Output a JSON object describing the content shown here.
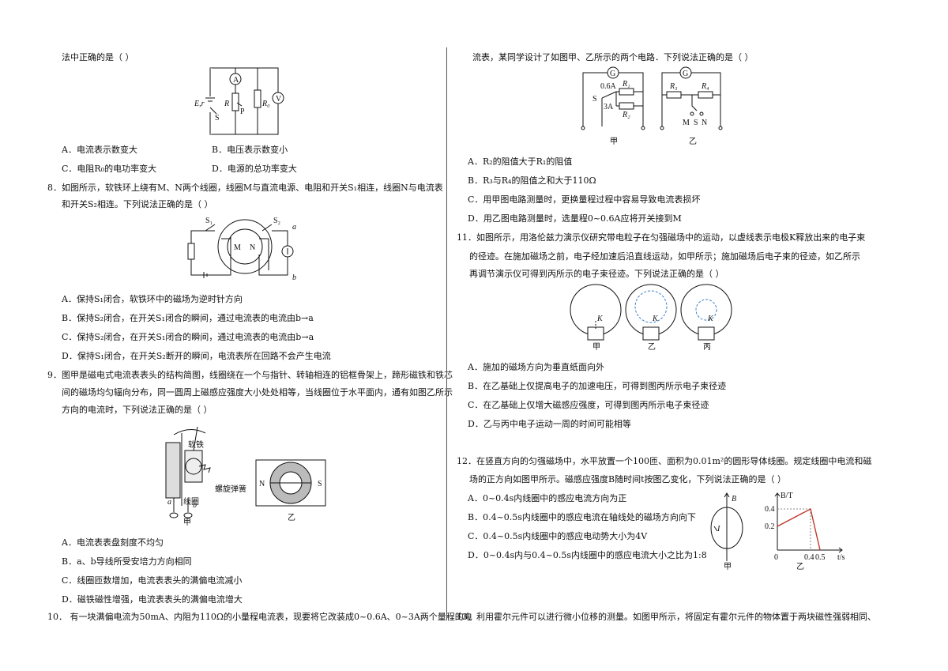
{
  "left": {
    "q7_tail": "法中正确的是（    ）",
    "q7_options": {
      "A": "A．电流表示数变大",
      "B": "B．电压表示数变小",
      "C": "C．电阻R₀的电功率变大",
      "D": "D．电源的总功率变大"
    },
    "q7_fig": {
      "ammeter": "A",
      "voltmeter": "V",
      "source": "E,r",
      "switch": "S",
      "rheostat": "R",
      "slider": "P",
      "resistor": "R₀"
    },
    "q8": {
      "line1": "8．如图所示，软铁环上绕有M、N两个线圈，线圈M与直流电源、电阻和开关S₁相连，线圈N与电流表",
      "line2": "和开关S₂相连。下列说法正确的是（    ）",
      "fig": {
        "s1": "S₁",
        "s2": "S₂",
        "m": "M",
        "n": "N",
        "a": "a",
        "b": "b"
      },
      "A": "A．保持S₁闭合，软铁环中的磁场为逆时针方向",
      "B": "B．保持S₂闭合，在开关S₁闭合的瞬间，通过电流表的电流由b→a",
      "C": "C．保持S₂闭合，在开关S₁闭合的瞬间，通过电流表的电流由b→a",
      "D": "D．保持S₁闭合，在开关S₂断开的瞬间，电流表所在回路不会产生电流"
    },
    "q9": {
      "line1": "9．图甲是磁电式电流表表头的结构简图，线圈绕在一个与指针、转轴相连的铝框骨架上，蹄形磁铁和铁芯",
      "line2": "间的磁场均匀辐向分布，同一圆周上磁感应强度大小处处相等，当线圈位于水平面内，通有如图乙所示",
      "line3": "方向的电流时，下列说法正确的是（    ）",
      "fig": {
        "iron": "软铁",
        "spring": "螺旋弹簧",
        "coil": "线圈",
        "a": "a",
        "b": "b",
        "jia": "甲",
        "yi": "乙",
        "n": "N",
        "s": "S"
      },
      "A": "A．电流表表盘刻度不均匀",
      "B": "B．a、b导线所受安培力方向相同",
      "C": "C．线圈匝数增加，电流表表头的满偏电流减小",
      "D": "D．磁铁磁性增强，电流表表头的满偏电流增大"
    },
    "q10_line1": "10． 有一块满偏电流为50mA、内阻为110Ω的小量程电流表，现要将它改装成0~0.6A、0~3A两个量程的电"
  },
  "right": {
    "q10_line2": "流表，某同学设计了如图甲、乙所示的两个电路．下列说法正确的是（    ）",
    "q10_fig": {
      "g": "G",
      "r1": "R₁",
      "r2": "R₂",
      "r3": "R₃",
      "r4": "R₄",
      "i1": "0.6A",
      "i2": "3A",
      "s": "S",
      "m": "M",
      "n": "N",
      "jia": "甲",
      "yi": "乙"
    },
    "q10": {
      "A": "A．R₂的阻值大于R₁的阻值",
      "B": "B．R₃与R₄的阻值之和大于110Ω",
      "C": "C．用甲图电路测量时，更换量程过程中容易导致电流表损坏",
      "D": "D．用乙图电路测量时，选量程0~0.6A应将开关接到M"
    },
    "q11": {
      "line1": "11．如图所示，用洛伦兹力演示仪研究带电粒子在匀强磁场中的运动，以虚线表示电极K释放出来的电子束",
      "line2": "的径迹。在施加磁场之前，电子经加速后沿直线运动，如甲所示；施加磁场后电子束的径迹，如乙所示",
      "line3": "再调节演示仪可得到丙所示的电子束径迹。下列说法正确的是（    ）",
      "fig": {
        "k": "K",
        "jia": "甲",
        "yi": "乙",
        "bing": "丙"
      },
      "A": "A．施加的磁场方向为垂直纸面向外",
      "B": "B．在乙基础上仅提高电子的加速电压，可得到图丙所示电子束径迹",
      "C": "C．在乙基础上仅增大磁感应强度，可得到图丙所示电子束径迹",
      "D": "D．乙与丙中电子运动一周的时间可能相等"
    },
    "q12": {
      "line1": "12．在竖直方向的匀强磁场中，水平放置一个100匝、面积为0.01m²的圆形导体线圈。规定线圈中电流和磁",
      "line2": "场的正方向如图甲所示。磁感应强度B随时间t按图乙变化，下列说法正确的是（    ）",
      "A": "A．0~0.4s内线圈中的感应电流方向为正",
      "B": "B．0.4~0.5s内线圈中的感应电流在轴线处的磁场方向向下",
      "C": "C．0.4~0.5s内线圈中的感应电动势大小为4V",
      "D": "D．0~0.4s内与0.4~0.5s内线圈中的感应电流大小之比为1:8",
      "fig": {
        "b": "B",
        "i": "I",
        "jia": "甲",
        "yi": "乙",
        "ylabel": "B/T",
        "xlabel": "t/s",
        "y1": "0.4",
        "y2": "0.2",
        "x0": "0",
        "x1": "0.4",
        "x2": "0.5"
      }
    },
    "q13_line1": "13．利用霍尔元件可以进行微小位移的测量。如图甲所示，将固定有霍尔元件的物体置于两块磁性强弱相同、"
  }
}
